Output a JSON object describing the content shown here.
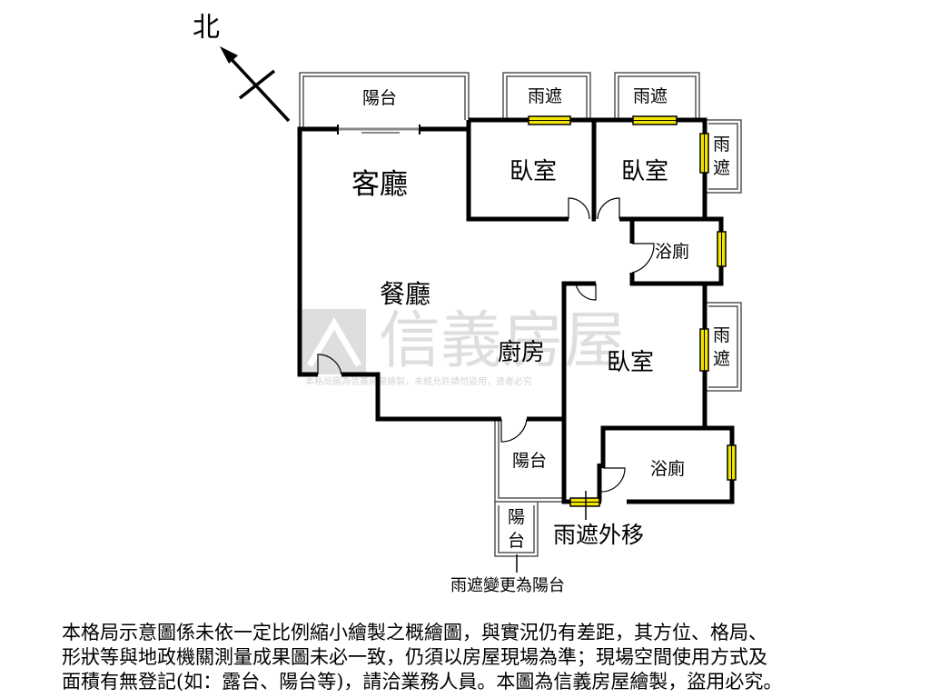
{
  "compass": {
    "north_label": "北"
  },
  "rooms": {
    "balcony_top": "陽台",
    "awning_top_1": "雨遮",
    "awning_top_2": "雨遮",
    "awning_right_1_line1": "雨",
    "awning_right_1_line2": "遮",
    "awning_right_2_line1": "雨",
    "awning_right_2_line2": "遮",
    "living_room": "客廳",
    "bedroom_1": "臥室",
    "bedroom_2": "臥室",
    "bedroom_3": "臥室",
    "bathroom_1": "浴廁",
    "bathroom_2": "浴廁",
    "dining_room": "餐廳",
    "kitchen": "廚房",
    "balcony_bottom": "陽台",
    "balcony_small_line1": "陽",
    "balcony_small_line2": "台"
  },
  "annotations": {
    "awning_moved": "雨遮外移",
    "awning_to_balcony": "雨遮變更為陽台"
  },
  "watermark": {
    "brand": "信義房屋",
    "notice": "本格局圖為信義房屋繪製，未經允許請勿盜用，違者必究"
  },
  "disclaimer": {
    "line1": "本格局示意圖係未依一定比例縮小繪製之概繪圖，與實況仍有差距，其方位、格局、",
    "line2": "形狀等與地政機關測量成果圖未必一致，仍須以房屋現場為準；現場空間使用方式及",
    "line3": "面積有無登記(如：露台、陽台等)，請洽業務人員。本圖為信義房屋繪製，盜用必究。"
  }
}
